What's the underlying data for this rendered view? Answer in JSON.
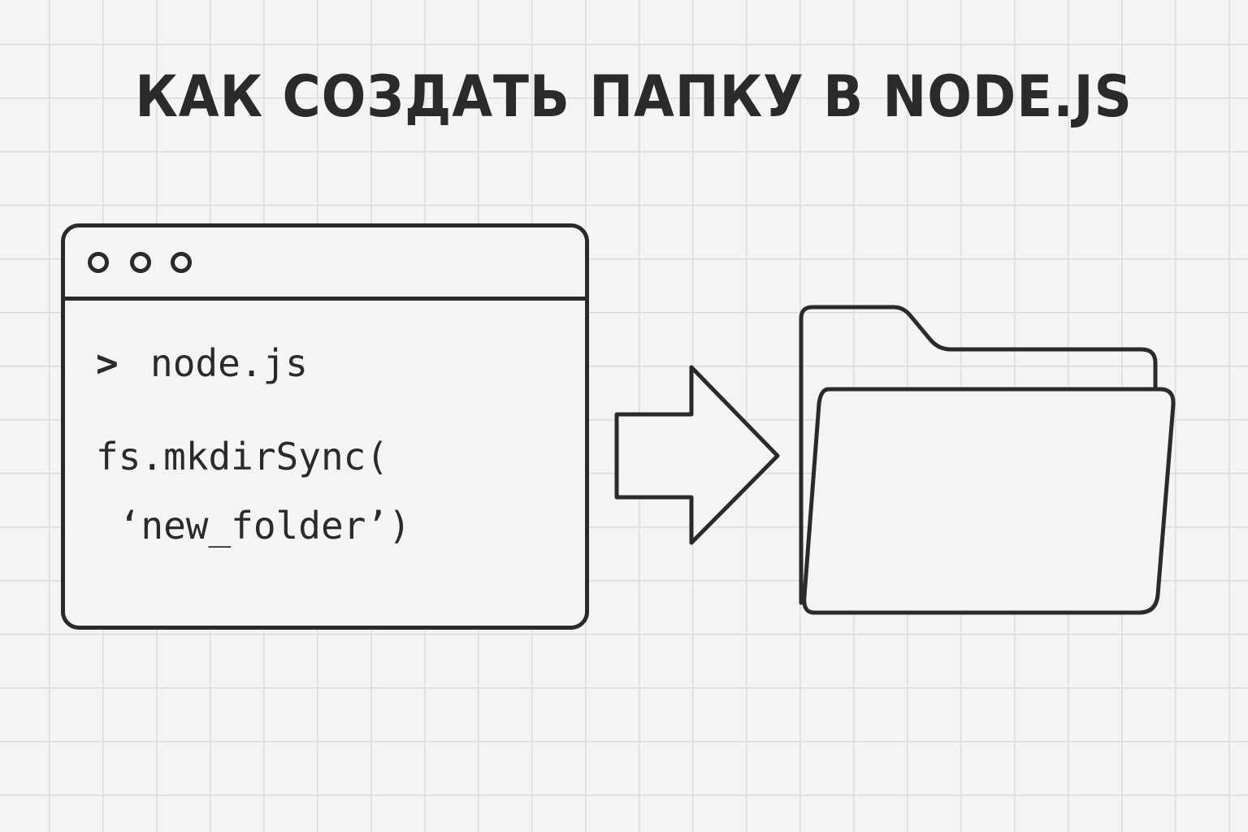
{
  "title": "КАК СОЗДАТЬ ПАПКУ В NODE.JS",
  "terminal": {
    "window_controls": [
      "circle",
      "circle",
      "circle"
    ],
    "prompt_symbol": ">",
    "command": "node.js",
    "code_lines": [
      "fs.mkdirSync(",
      " ‘new_folder’)"
    ]
  },
  "arrow": {
    "icon": "arrow-right-icon",
    "direction": "right"
  },
  "folder": {
    "icon": "open-folder-icon"
  },
  "colors": {
    "background": "#f4f4f2",
    "grid": "#dcdcda",
    "stroke": "#2a2a2a"
  }
}
